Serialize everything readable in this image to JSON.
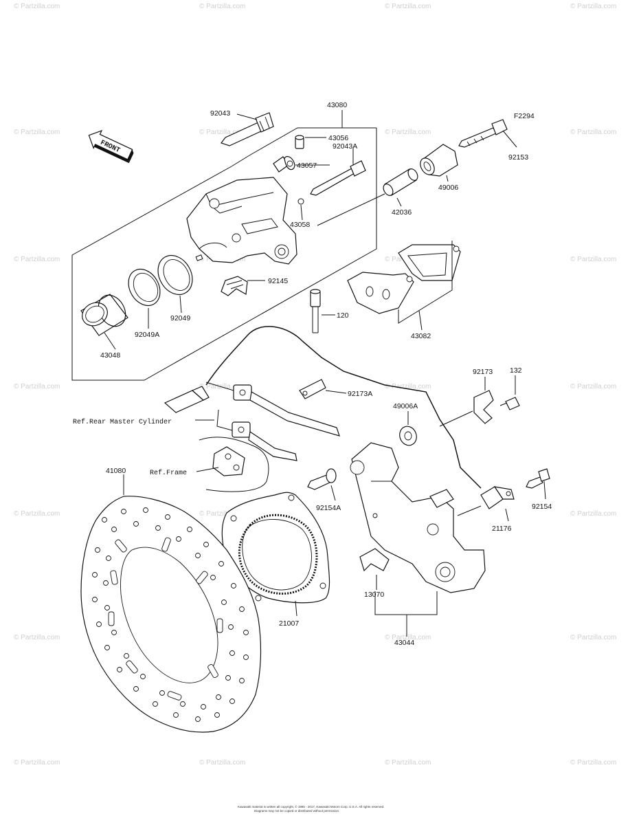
{
  "watermark": "© Partzilla.com",
  "figure_code": "F2294",
  "front_arrow_label": "FRONT",
  "references": {
    "rear_master_cylinder": "Ref.Rear Master Cylinder",
    "frame": "Ref.Frame"
  },
  "part_numbers": {
    "p43080": "43080",
    "p92043": "92043",
    "p43056": "43056",
    "p92043A": "92043A",
    "p43057": "43057",
    "p43058": "43058",
    "p42036": "42036",
    "p49006": "49006",
    "p92153": "92153",
    "p92145": "92145",
    "p92049": "92049",
    "p92049A": "92049A",
    "p43048": "43048",
    "p120": "120",
    "p43082": "43082",
    "p92173": "92173",
    "p132": "132",
    "p92173A": "92173A",
    "p49006A": "49006A",
    "p41080": "41080",
    "p92154A": "92154A",
    "p92154": "92154",
    "p21176": "21176",
    "p13070": "13070",
    "p21007": "21007",
    "p43044": "43044"
  },
  "copyright_line1": "Kawasaki material is written all copyright, © 1985 - 2017, Kawasaki Motors Corp. U.S.A. All rights reserved.",
  "copyright_line2": "Diagrams may not be copied or distributed without permission."
}
